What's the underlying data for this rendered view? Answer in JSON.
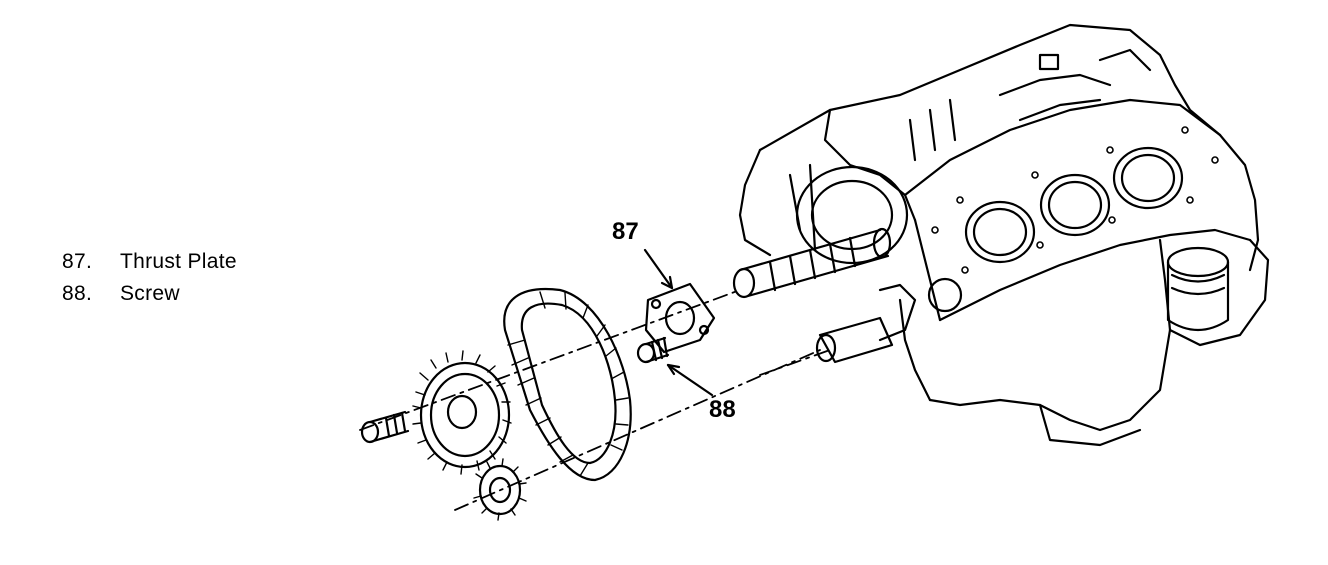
{
  "legend": {
    "items": [
      {
        "number": "87.",
        "label": "Thrust Plate"
      },
      {
        "number": "88.",
        "label": "Screw"
      }
    ]
  },
  "callouts": {
    "thrust_plate": "87",
    "screw": "88"
  },
  "colors": {
    "ink": "#000000",
    "paper": "#ffffff"
  }
}
